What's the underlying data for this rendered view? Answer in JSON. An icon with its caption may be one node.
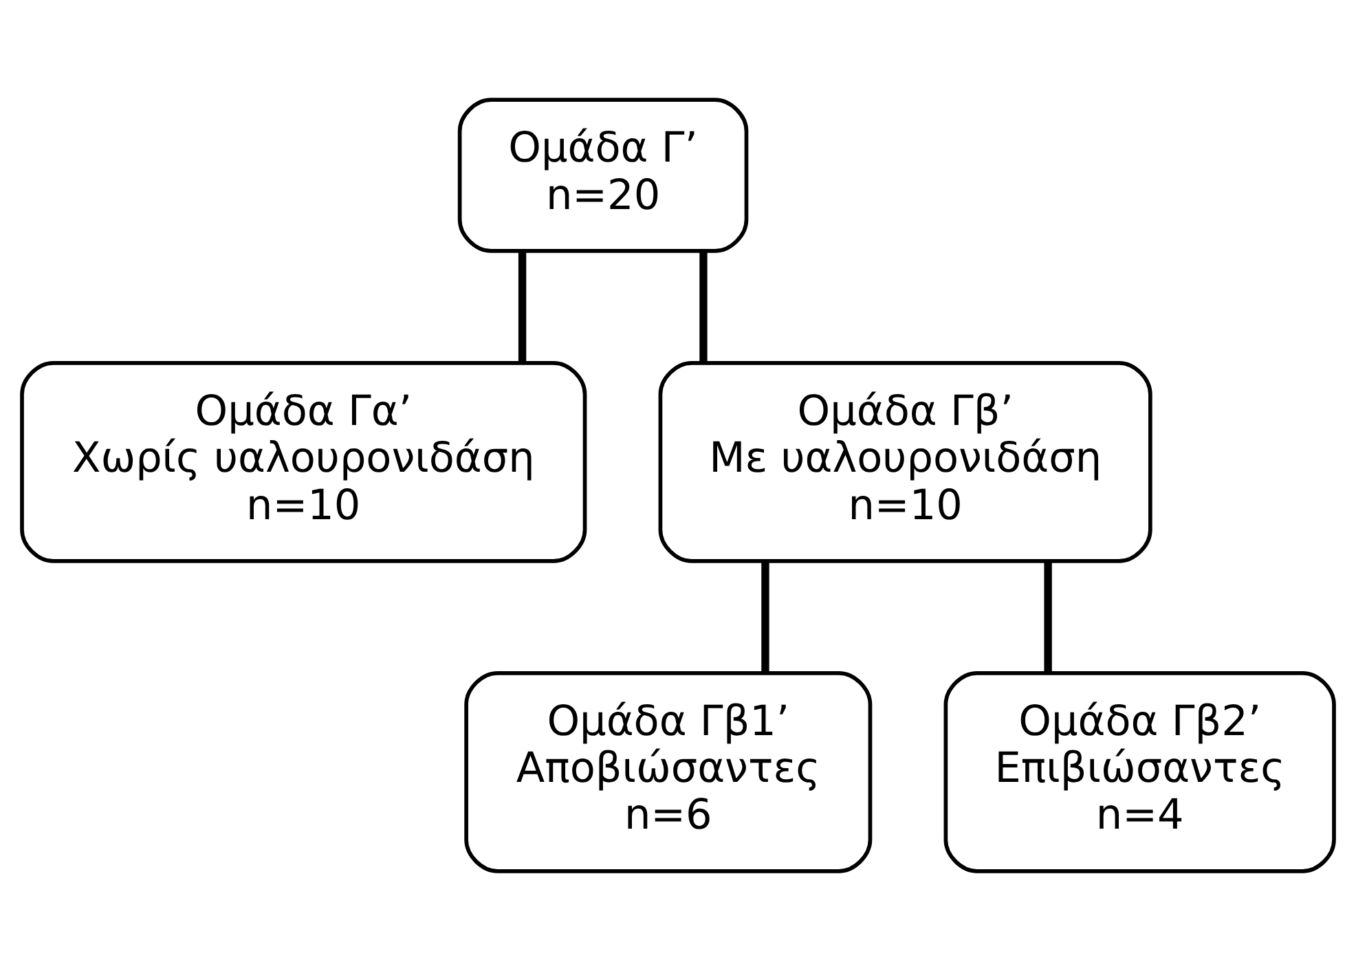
{
  "diagram": {
    "nodes": [
      {
        "text": [
          "Ομάδα Γ’",
          "n=20"
        ]
      },
      {
        "text": [
          "Ομάδα Γα’",
          "Χωρίς υαλουρονιδάση",
          "n=10"
        ]
      },
      {
        "text": [
          "Ομάδα Γβ’",
          "Με υαλουρονιδάση",
          "n=10"
        ]
      },
      {
        "text": [
          "Ομάδα Γβ1’",
          "Αποβιώσαντες",
          "n=6"
        ]
      },
      {
        "text": [
          "Ομάδα Γβ2’",
          "Επιβιώσαντες",
          "n=4"
        ]
      }
    ],
    "edges": [
      {
        "from": 0,
        "to": 1,
        "arrow": "none"
      },
      {
        "from": 0,
        "to": 2,
        "arrow": "none"
      },
      {
        "from": 2,
        "to": 3,
        "arrow": "none"
      },
      {
        "from": 2,
        "to": 4,
        "arrow": "none"
      }
    ]
  }
}
